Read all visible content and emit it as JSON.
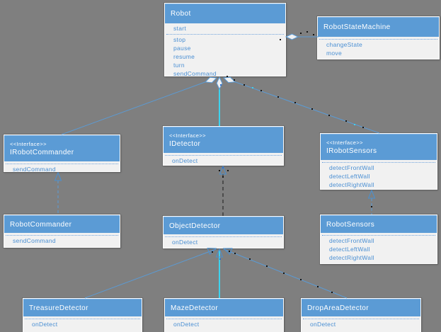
{
  "diagram": {
    "type": "uml-class-diagram",
    "colors": {
      "background": "#7f7f7f",
      "class_header": "#5b9bd5",
      "class_body": "#f1f1f1",
      "member_text": "#4a8fd3",
      "connector_blue": "#5b9bd5",
      "connector_cyan": "#3ed2ee",
      "selected_connector_dots": "#141414"
    },
    "classes": {
      "robot": {
        "title": "Robot",
        "attributes": [
          "start"
        ],
        "methods": [
          "stop",
          "pause",
          "resume",
          "turn",
          "sendCommand"
        ]
      },
      "robotStateMachine": {
        "title": "RobotStateMachine",
        "attributes": [],
        "methods": [
          "changeState",
          "move"
        ]
      },
      "iRobotCommander": {
        "stereotype": "<<Interface>>",
        "title": "IRobotCommander",
        "attributes": [],
        "methods": [
          "sendCommand"
        ]
      },
      "iDetector": {
        "stereotype": "<<Interface>>",
        "title": "IDetector",
        "attributes": [],
        "methods": [
          "onDetect"
        ]
      },
      "iRobotSensors": {
        "stereotype": "<<Interface>>",
        "title": "IRobotSensors",
        "attributes": [],
        "methods": [
          "detectFrontWall",
          "detectLeftWall",
          "detectRightWall"
        ]
      },
      "robotCommander": {
        "title": "RobotCommander",
        "attributes": [],
        "methods": [
          "sendCommand"
        ]
      },
      "objectDetector": {
        "title": "ObjectDetector",
        "attributes": [],
        "methods": [
          "onDetect"
        ]
      },
      "robotSensors": {
        "title": "RobotSensors",
        "attributes": [],
        "methods": [
          "detectFrontWall",
          "detectLeftWall",
          "detectRightWall"
        ]
      },
      "treasureDetector": {
        "title": "TreasureDetector",
        "attributes": [],
        "methods": [
          "onDetect"
        ]
      },
      "mazeDetector": {
        "title": "MazeDetector",
        "attributes": [],
        "methods": [
          "onDetect"
        ]
      },
      "dropAreaDetector": {
        "title": "DropAreaDetector",
        "attributes": [],
        "methods": [
          "onDetect"
        ]
      }
    },
    "relationships": [
      {
        "type": "aggregation",
        "from": "Robot",
        "to": "RobotStateMachine"
      },
      {
        "type": "aggregation",
        "from": "Robot",
        "to": "IRobotCommander"
      },
      {
        "type": "aggregation",
        "from": "Robot",
        "to": "IDetector"
      },
      {
        "type": "aggregation",
        "from": "Robot",
        "to": "IRobotSensors"
      },
      {
        "type": "realization",
        "from": "RobotCommander",
        "to": "IRobotCommander"
      },
      {
        "type": "realization",
        "from": "ObjectDetector",
        "to": "IDetector"
      },
      {
        "type": "realization",
        "from": "RobotSensors",
        "to": "IRobotSensors"
      },
      {
        "type": "generalization",
        "from": "TreasureDetector",
        "to": "ObjectDetector"
      },
      {
        "type": "generalization",
        "from": "MazeDetector",
        "to": "ObjectDetector"
      },
      {
        "type": "generalization",
        "from": "DropAreaDetector",
        "to": "ObjectDetector"
      }
    ]
  }
}
